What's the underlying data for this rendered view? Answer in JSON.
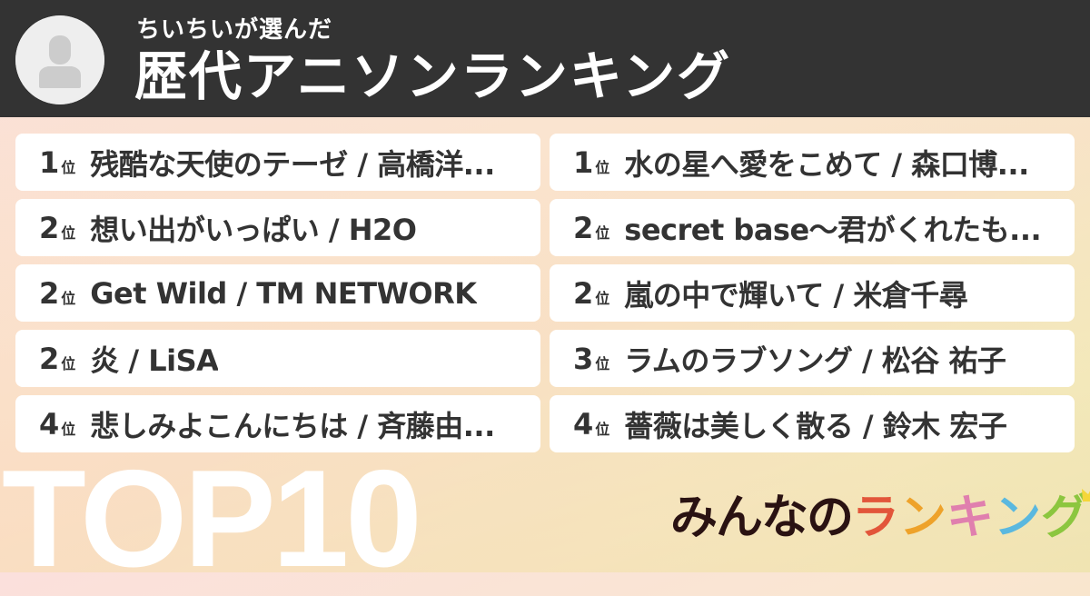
{
  "header": {
    "subtitle": "ちいちいが選んだ",
    "title": "歴代アニソンランキング",
    "avatar_icon": "default-user-avatar-icon",
    "background_color": "#333333"
  },
  "rankings": {
    "left": [
      {
        "rank": "1",
        "suffix": "位",
        "text": "残酷な天使のテーゼ / 高橋洋..."
      },
      {
        "rank": "2",
        "suffix": "位",
        "text": "想い出がいっぱい / H2O"
      },
      {
        "rank": "2",
        "suffix": "位",
        "text": "Get Wild / TM NETWORK"
      },
      {
        "rank": "2",
        "suffix": "位",
        "text": "炎 / LiSA"
      },
      {
        "rank": "4",
        "suffix": "位",
        "text": "悲しみよこんにちは / 斉藤由..."
      }
    ],
    "right": [
      {
        "rank": "1",
        "suffix": "位",
        "text": "水の星へ愛をこめて / 森口博..."
      },
      {
        "rank": "2",
        "suffix": "位",
        "text": "secret base〜君がくれたも..."
      },
      {
        "rank": "2",
        "suffix": "位",
        "text": "嵐の中で輝いて / 米倉千尋"
      },
      {
        "rank": "3",
        "suffix": "位",
        "text": "ラムのラブソング / 松谷 祐子"
      },
      {
        "rank": "4",
        "suffix": "位",
        "text": "薔薇は美しく散る / 鈴木 宏子"
      }
    ]
  },
  "badge": {
    "label": "TOP10"
  },
  "logo": {
    "prefix": "みんなの",
    "chars": [
      "ラ",
      "ン",
      "キ",
      "ン",
      "グ"
    ],
    "colors": [
      "#e2553a",
      "#eea22a",
      "#e07fae",
      "#5ab8df",
      "#8cc63f"
    ],
    "prefix_color": "#2a1212",
    "crown_color": "#f5d63a",
    "crown_icon": "crown-icon"
  }
}
